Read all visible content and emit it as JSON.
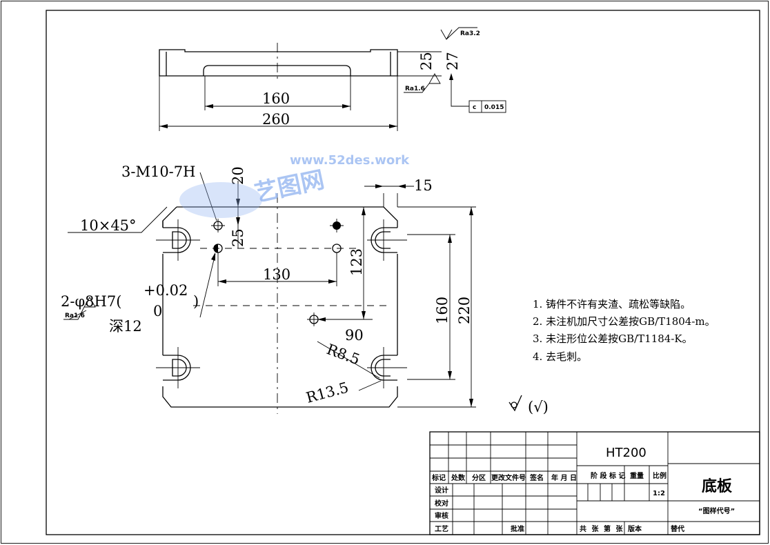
{
  "drawing": {
    "top_view": {
      "dim_inner": "160",
      "dim_outer": "260",
      "dim_height_25": "25",
      "dim_height_27": "27",
      "roughness_top": "Ra3.2",
      "roughness_bottom": "Ra1.6",
      "tolerance_symbol": "c",
      "tolerance_value": "0.015"
    },
    "front_view": {
      "thread_callout": "3-M10-7H",
      "dim_20": "20",
      "chamfer": "10×45°",
      "dim_25": "25",
      "dim_130": "130",
      "dim_123": "123",
      "dim_15": "15",
      "dim_90": "90",
      "dim_160": "160",
      "dim_220": "220",
      "radius_small": "R8.5",
      "radius_large": "R13.5",
      "hole_callout": "2-φ8H7(",
      "hole_tol_upper": "+0.02",
      "hole_tol_lower": "0",
      "hole_tol_close": ")",
      "hole_depth": "深12",
      "hole_roughness": "Ra1.6"
    },
    "general_roughness": "(√)",
    "notes": [
      "1. 铸件不许有夹渣、疏松等缺陷。",
      "2. 未注机加尺寸公差按GB/T1804-m。",
      "3. 未注形位公差按GB/T1184-K。",
      "4. 去毛刺。"
    ]
  },
  "title_block": {
    "material": "HT200",
    "part_name": "底板",
    "drawing_code": "“图样代号”",
    "scale_label": "比例",
    "scale_value": "1:2",
    "weight_label": "重量",
    "stage_label": "阶 段 标 记",
    "revision_headers": [
      "标记",
      "处数",
      "分区",
      "更改文件号",
      "签名",
      "年 月 日"
    ],
    "roles": [
      "设计",
      "校对",
      "审核",
      "工艺"
    ],
    "approve_label": "批准",
    "sheets_label": "共  张  第  张",
    "version_label": "版本",
    "replace_label": "替代"
  },
  "watermark": {
    "brand": "艺图网",
    "url": "www.52des.work"
  }
}
